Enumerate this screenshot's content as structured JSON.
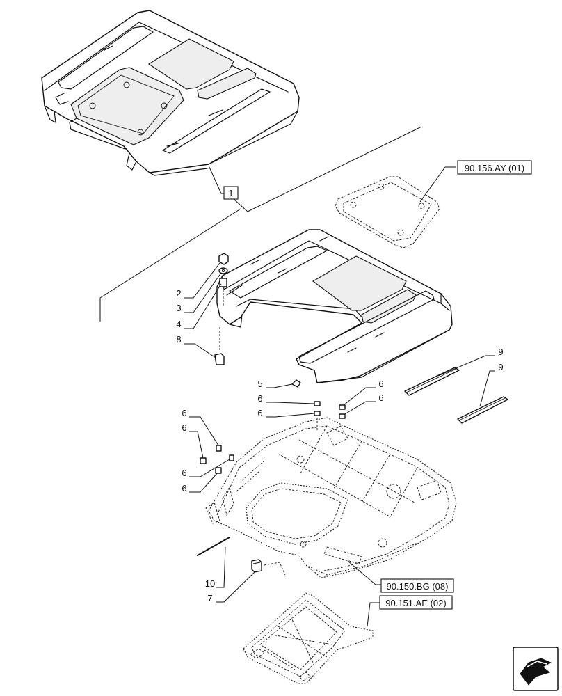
{
  "callouts": {
    "c1": "1",
    "c2": "2",
    "c3": "3",
    "c4": "4",
    "c5": "5",
    "c6a": "6",
    "c6b": "6",
    "c6c": "6",
    "c6d": "6",
    "c6e": "6",
    "c6f": "6",
    "c6g": "6",
    "c6h": "6",
    "c7": "7",
    "c8": "8",
    "c9a": "9",
    "c9b": "9",
    "c10": "10"
  },
  "references": {
    "roof_liner": "90.156.AY (01)",
    "roof_frame": "90.150.BG (08)",
    "mesh_panel": "90.151.AE (02)"
  },
  "icons": {
    "direction": "arrow-direction-icon"
  }
}
